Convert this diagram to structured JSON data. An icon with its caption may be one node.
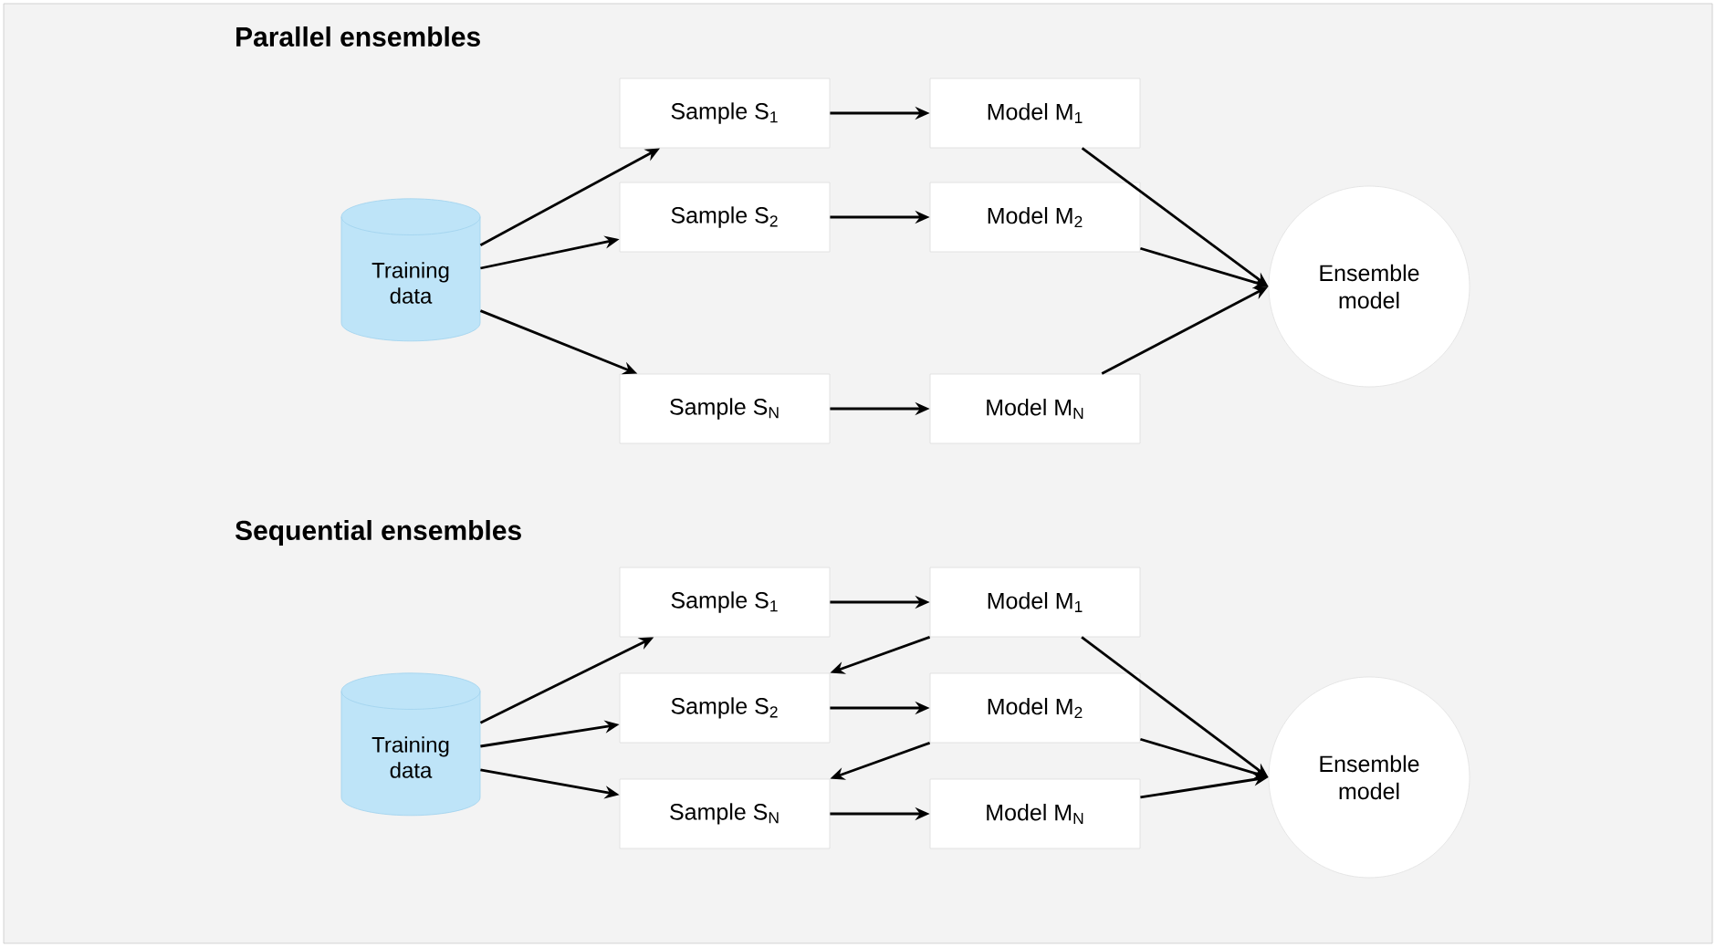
{
  "diagram": {
    "nodes": [
      {
        "text": [
          "Training data"
        ]
      },
      {
        "text": [
          "Sample S$_{1}$"
        ]
      },
      {
        "text": [
          "Sample S$_{2}$"
        ]
      },
      {
        "text": [
          "Sample S$_{N}$"
        ]
      },
      {
        "text": [
          "Model M$_{1}$"
        ]
      },
      {
        "text": [
          "Model M$_{2}$"
        ]
      },
      {
        "text": [
          "Model M$_{N}$"
        ]
      },
      {
        "text": [
          "Ensemble model"
        ]
      },
      {
        "text": [
          "Training data"
        ]
      },
      {
        "text": [
          "Sample S$_{1}$"
        ]
      },
      {
        "text": [
          "Sample S$_{2}$"
        ]
      },
      {
        "text": [
          "Sample S$_{N}$"
        ]
      },
      {
        "text": [
          "Model M$_{1}$"
        ]
      },
      {
        "text": [
          "Model M$_{2}$"
        ]
      },
      {
        "text": [
          "Model M$_{N}$"
        ]
      },
      {
        "text": [
          "Ensemble model"
        ]
      }
    ],
    "edges": [
      {
        "from": 0,
        "to": 1,
        "arrow": "to"
      },
      {
        "from": 0,
        "to": 2,
        "arrow": "to"
      },
      {
        "from": 0,
        "to": 3,
        "arrow": "to"
      },
      {
        "from": 1,
        "to": 4,
        "arrow": "to"
      },
      {
        "from": 2,
        "to": 5,
        "arrow": "to"
      },
      {
        "from": 3,
        "to": 6,
        "arrow": "to"
      },
      {
        "from": 4,
        "to": 7,
        "arrow": "to"
      },
      {
        "from": 5,
        "to": 7,
        "arrow": "to"
      },
      {
        "from": 6,
        "to": 7,
        "arrow": "to"
      },
      {
        "from": 8,
        "to": 9,
        "arrow": "to"
      },
      {
        "from": 8,
        "to": 10,
        "arrow": "to"
      },
      {
        "from": 8,
        "to": 11,
        "arrow": "to"
      },
      {
        "from": 9,
        "to": 12,
        "arrow": "to"
      },
      {
        "from": 10,
        "to": 13,
        "arrow": "to"
      },
      {
        "from": 11,
        "to": 14,
        "arrow": "to"
      },
      {
        "from": 12,
        "to": 10,
        "arrow": "to"
      },
      {
        "from": 13,
        "to": 11,
        "arrow": "to"
      },
      {
        "from": 12,
        "to": 15,
        "arrow": "to"
      },
      {
        "from": 13,
        "to": 15,
        "arrow": "to"
      },
      {
        "from": 14,
        "to": 15,
        "arrow": "to"
      }
    ],
    "labels": [
      "Parallel ensembles",
      "Sequential ensembles"
    ]
  }
}
